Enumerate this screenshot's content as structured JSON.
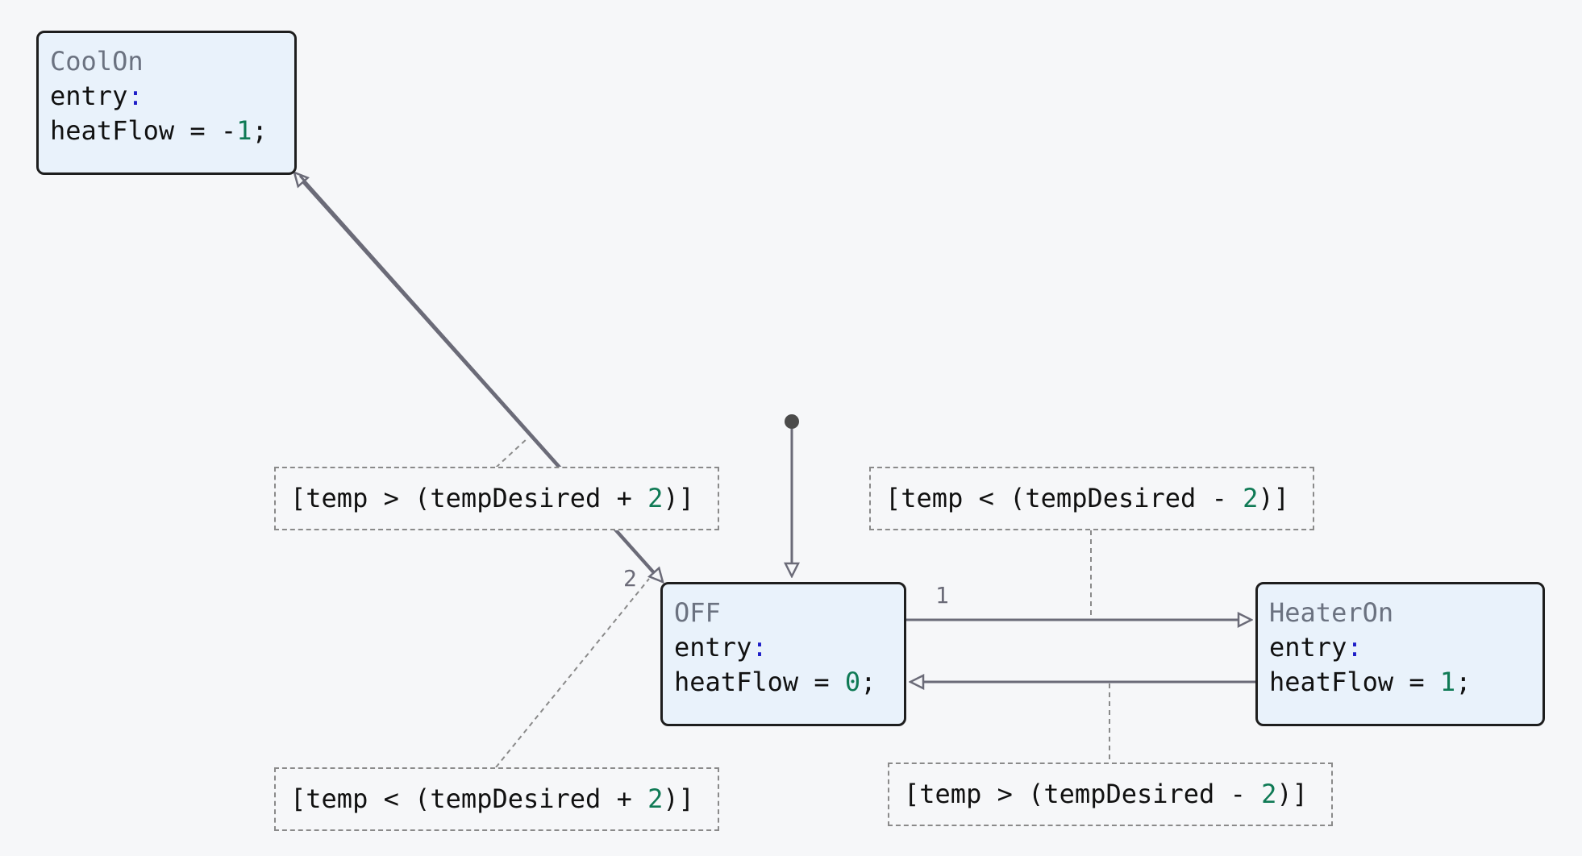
{
  "states": {
    "cool_on": {
      "name": "CoolOn",
      "entry_keyword": "entry",
      "action_var": "heatFlow",
      "action_op": " = ",
      "action_sign": "-",
      "action_value": "1",
      "action_end": ";"
    },
    "off": {
      "name": "OFF",
      "entry_keyword": "entry",
      "action_var": "heatFlow",
      "action_op": " = ",
      "action_sign": "",
      "action_value": "0",
      "action_end": ";"
    },
    "heater_on": {
      "name": "HeaterOn",
      "entry_keyword": "entry",
      "action_var": "heatFlow",
      "action_op": " = ",
      "action_sign": "",
      "action_value": "1",
      "action_end": ";"
    }
  },
  "guards": {
    "off_to_cool": {
      "pre": "[temp > (tempDesired + ",
      "num": "2",
      "post": ")]"
    },
    "cool_to_off": {
      "pre": "[temp < (tempDesired + ",
      "num": "2",
      "post": ")]"
    },
    "off_to_heater": {
      "pre": "[temp < (tempDesired - ",
      "num": "2",
      "post": ")]"
    },
    "heater_to_off": {
      "pre": "[temp > (tempDesired - ",
      "num": "2",
      "post": ")]"
    }
  },
  "priorities": {
    "off_to_heater": "1",
    "off_to_cool": "2"
  },
  "colors": {
    "state_fill": "#e9f2fb",
    "state_border": "#1e1e1e",
    "transition": "#6b6b78",
    "number": "#0f7a55",
    "colon": "#1d1dc7",
    "state_name": "#6b7280"
  }
}
